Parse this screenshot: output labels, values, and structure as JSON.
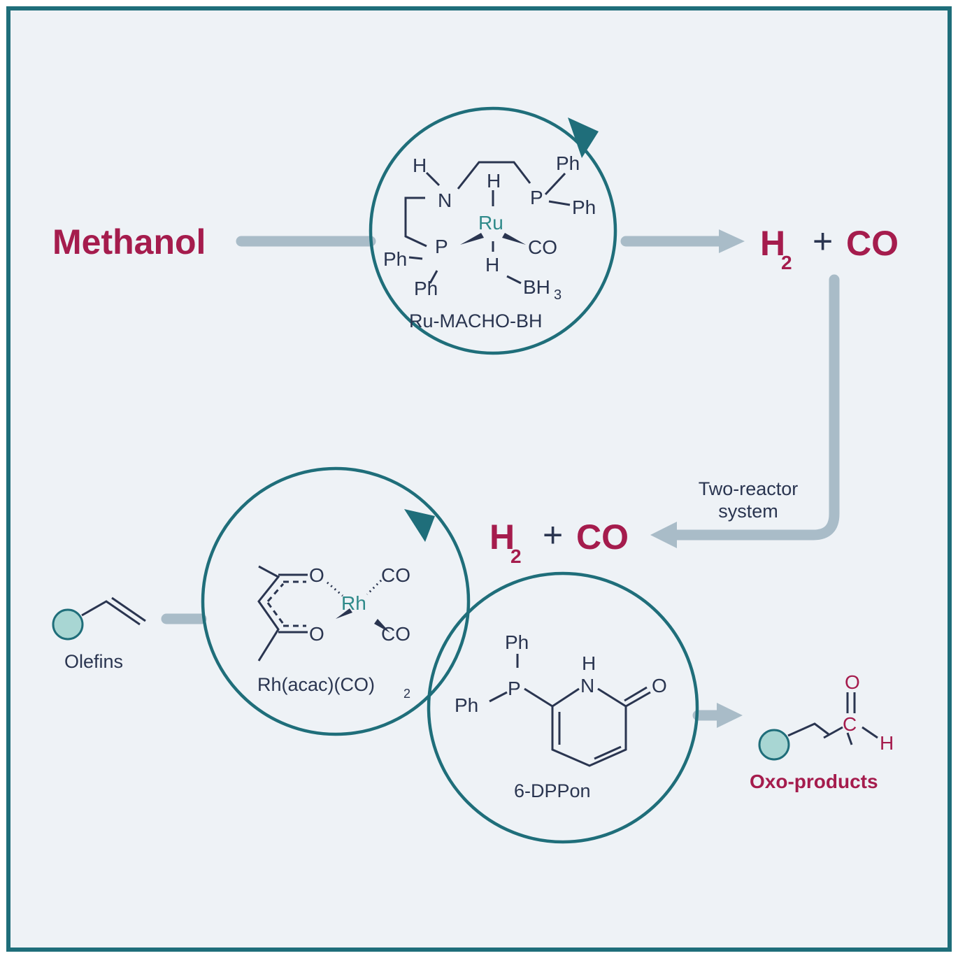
{
  "colors": {
    "accent": "#a51c4d",
    "frame": "#1f6e7a",
    "text": "#2a3550",
    "arrow": "#a9bcc8",
    "background": "#eef2f6"
  },
  "reactant": "Methanol",
  "syngas_top": {
    "h": "H",
    "h_sub": "2",
    "plus": "+",
    "co": "CO"
  },
  "syngas_bottom": {
    "h": "H",
    "h_sub": "2",
    "plus": "+",
    "co": "CO"
  },
  "transfer_label": [
    "Two-reactor",
    "system"
  ],
  "catalyst1": {
    "name": "Ru-MACHO-BH",
    "metal": "Ru",
    "atoms": {
      "h_n": "H",
      "n": "N",
      "h_top": "H",
      "p_right": "P",
      "ph1": "Ph",
      "ph2": "Ph",
      "p_left": "P",
      "ph3": "Ph",
      "ph4": "Ph",
      "co": "CO",
      "h_bottom": "H",
      "bh": "BH",
      "bh_sub": "3"
    }
  },
  "catalyst2": {
    "name": "Rh(acac)(CO)",
    "name_sub": "2",
    "metal": "Rh",
    "atoms": {
      "o1": "O",
      "o2": "O",
      "co1": "CO",
      "co2": "CO"
    }
  },
  "ligand": {
    "name": "6-DPPon",
    "atoms": {
      "ph1": "Ph",
      "p": "P",
      "ph2": "Ph",
      "h": "H",
      "n": "N",
      "o": "O"
    }
  },
  "substrate": "Olefins",
  "product": {
    "name": "Oxo-products",
    "atoms": {
      "o": "O",
      "c": "C",
      "h": "H"
    }
  }
}
